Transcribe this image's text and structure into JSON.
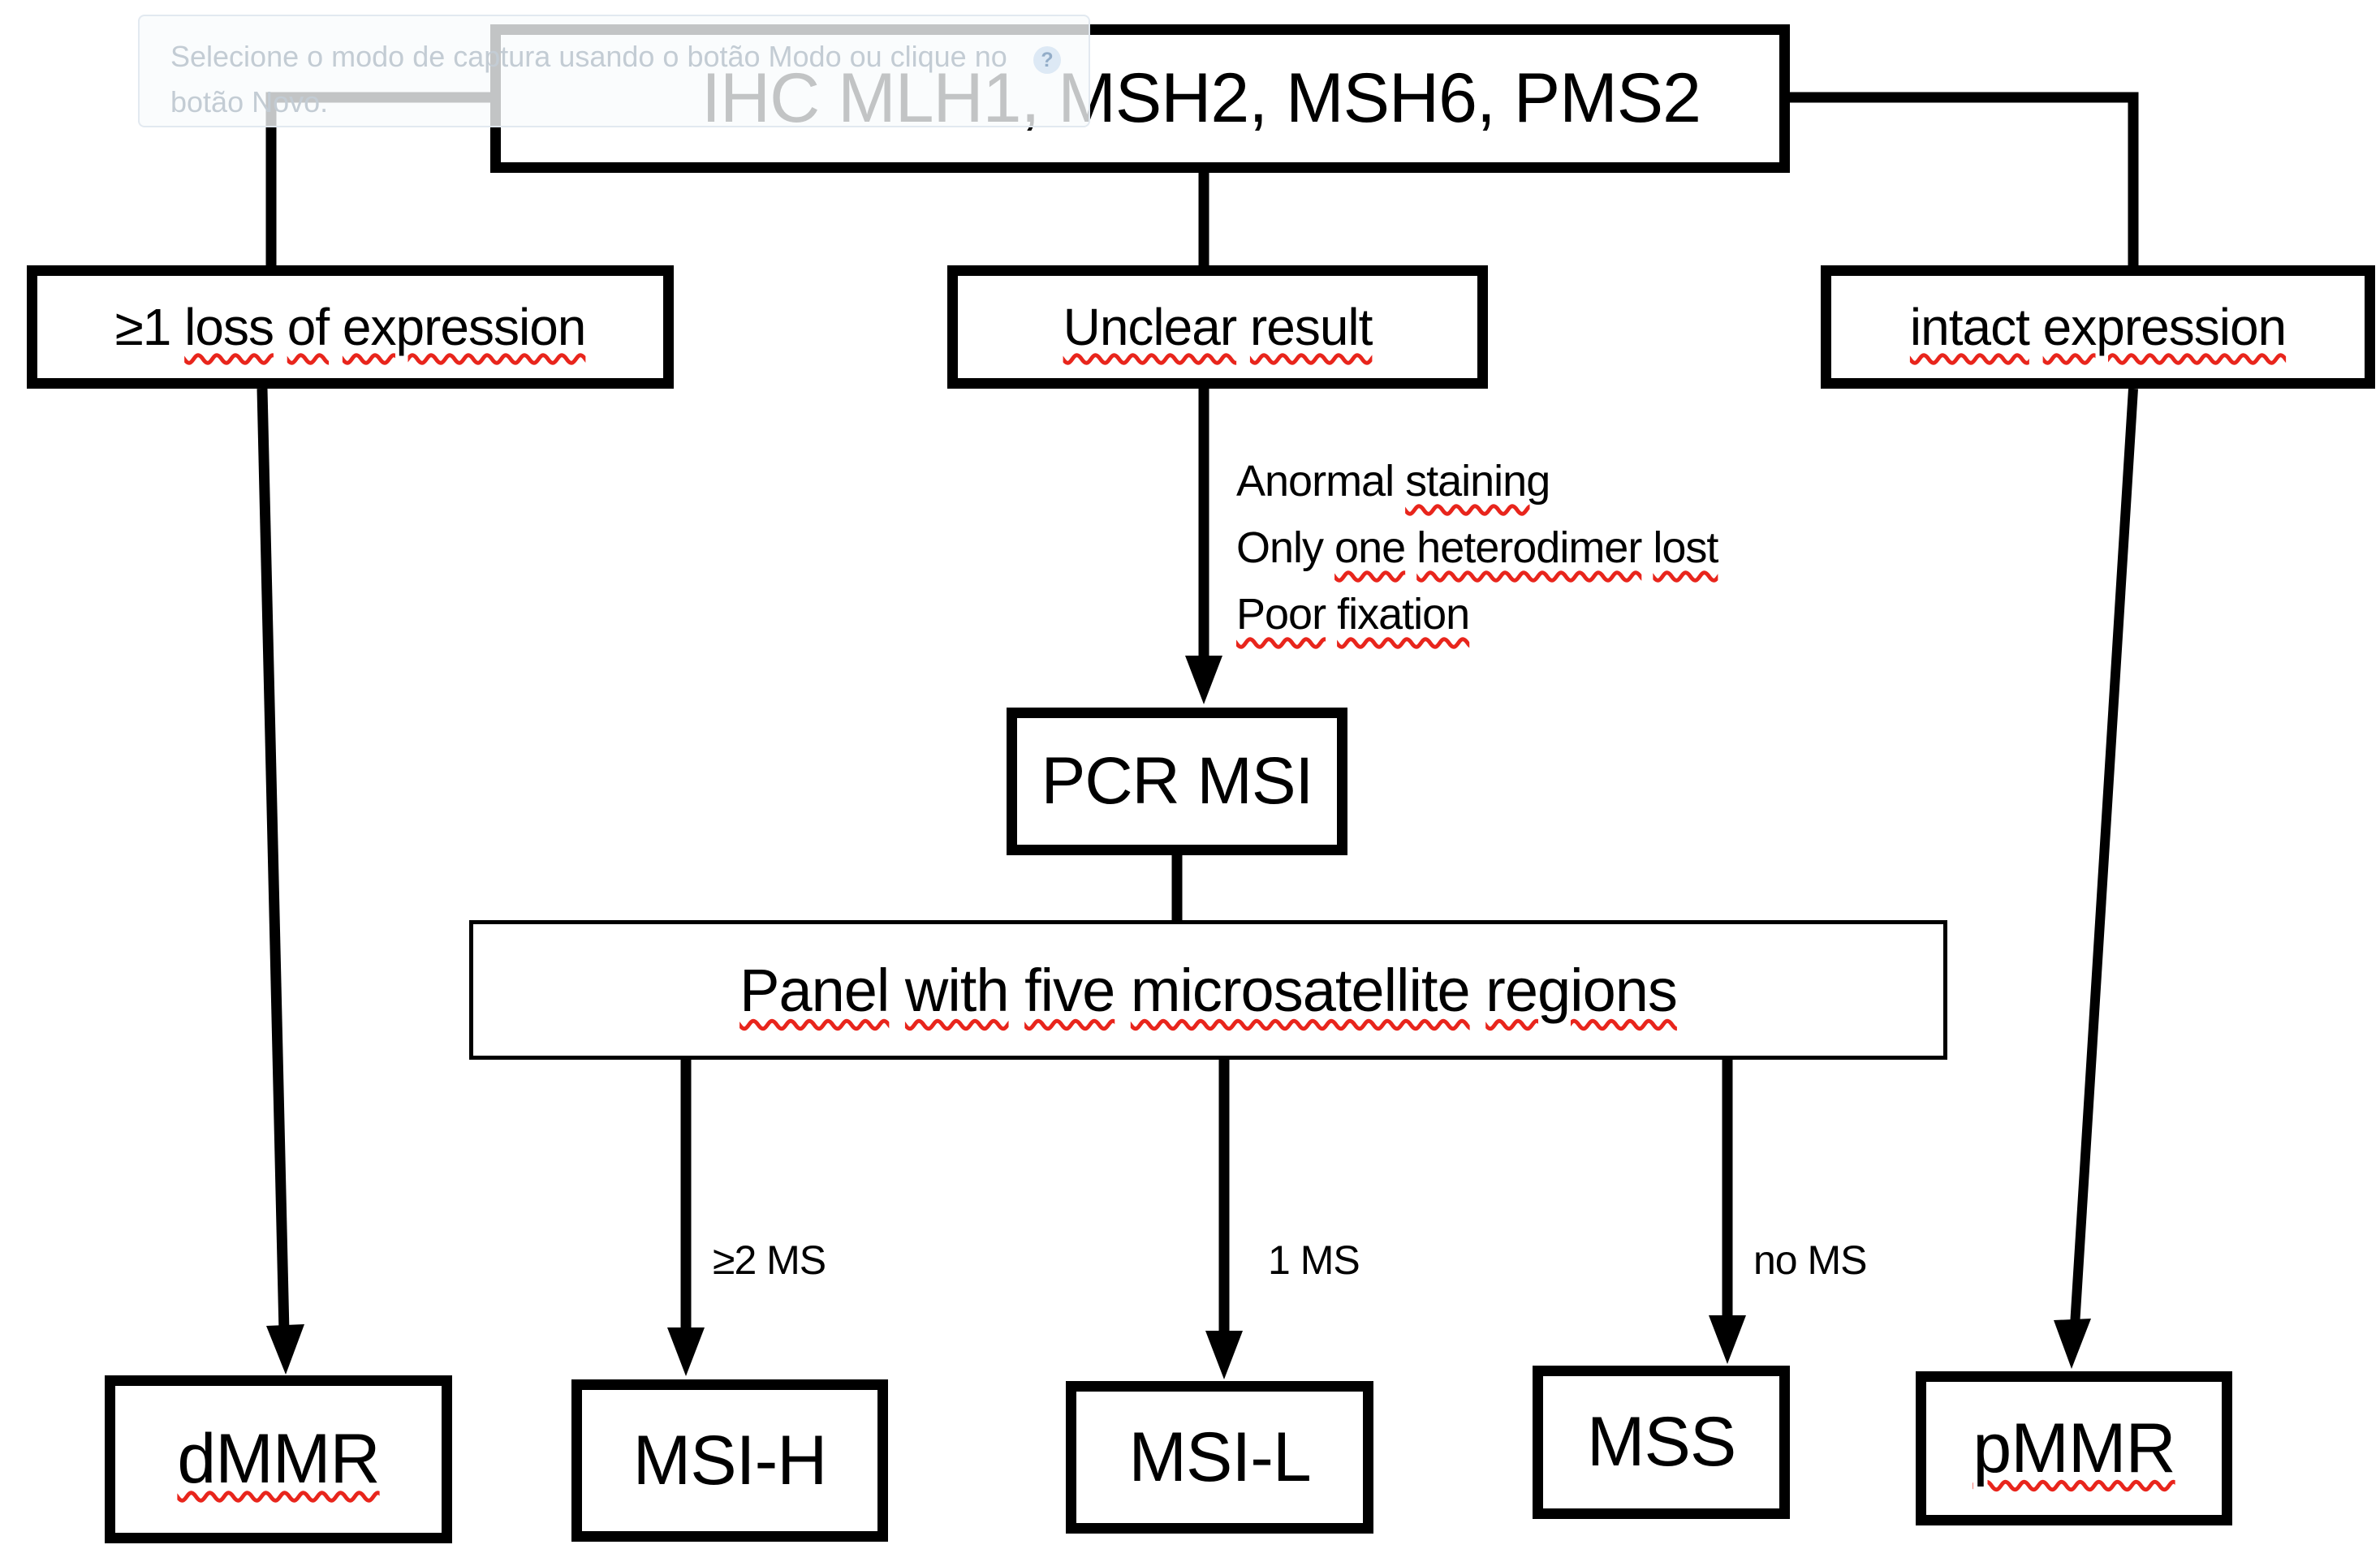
{
  "tooltip": {
    "text_line1": "Selecione o modo de captura usando o botão Modo ou clique no",
    "text_line2": "botão Novo.",
    "help_icon": "?"
  },
  "flowchart": {
    "nodes": {
      "ihc": {
        "label": "IHC MLH1, MSH2, MSH6, PMS2",
        "segments": [
          {
            "t": "IHC MLH1, MSH2, MSH6, PMS2",
            "m": false
          }
        ]
      },
      "loss": {
        "label": "≥1 loss of expression",
        "segments": [
          {
            "t": "≥1 ",
            "m": false
          },
          {
            "t": "loss",
            "m": true
          },
          {
            "t": " ",
            "m": false
          },
          {
            "t": "of",
            "m": true
          },
          {
            "t": " ",
            "m": false
          },
          {
            "t": "expression",
            "m": true
          }
        ]
      },
      "unclear": {
        "label": "Unclear result",
        "segments": [
          {
            "t": "Unclear",
            "m": true
          },
          {
            "t": " ",
            "m": false
          },
          {
            "t": "result",
            "m": true
          }
        ]
      },
      "intact": {
        "label": "intact expression",
        "segments": [
          {
            "t": "intact",
            "m": true
          },
          {
            "t": " ",
            "m": false
          },
          {
            "t": "expression",
            "m": true
          }
        ]
      },
      "pcr": {
        "label": "PCR MSI",
        "segments": [
          {
            "t": "PCR MSI",
            "m": false
          }
        ]
      },
      "panel": {
        "label": "Panel with five microsatellite regions",
        "segments": [
          {
            "t": "Panel",
            "m": true
          },
          {
            "t": " ",
            "m": false
          },
          {
            "t": "with",
            "m": true
          },
          {
            "t": " ",
            "m": false
          },
          {
            "t": "five",
            "m": true
          },
          {
            "t": " ",
            "m": false
          },
          {
            "t": "microsatellite",
            "m": true
          },
          {
            "t": " ",
            "m": false
          },
          {
            "t": "regions",
            "m": true
          }
        ]
      },
      "dmmr": {
        "label": "dMMR",
        "segments": [
          {
            "t": "dMMR",
            "m": true
          }
        ]
      },
      "msih": {
        "label": "MSI-H",
        "segments": [
          {
            "t": "MSI-H",
            "m": false
          }
        ]
      },
      "msil": {
        "label": "MSI-L",
        "segments": [
          {
            "t": "MSI-L",
            "m": false
          }
        ]
      },
      "mss": {
        "label": "MSS",
        "segments": [
          {
            "t": "MSS",
            "m": false
          }
        ]
      },
      "pmmr": {
        "label": "pMMR",
        "segments": [
          {
            "t": "pMMR",
            "m": true
          }
        ]
      }
    },
    "notes": {
      "label": "Anormal staining / Only one heterodimer lost / Poor fixation",
      "line1": {
        "segments": [
          {
            "t": "Anormal ",
            "m": false
          },
          {
            "t": "staining",
            "m": true
          }
        ]
      },
      "line2": {
        "segments": [
          {
            "t": "Only ",
            "m": false
          },
          {
            "t": "one",
            "m": true
          },
          {
            "t": " ",
            "m": false
          },
          {
            "t": "heterodimer",
            "m": true
          },
          {
            "t": " ",
            "m": false
          },
          {
            "t": "lost",
            "m": true
          }
        ]
      },
      "line3": {
        "segments": [
          {
            "t": "Poor",
            "m": true
          },
          {
            "t": " ",
            "m": false
          },
          {
            "t": "fixation",
            "m": true
          }
        ]
      }
    },
    "edge_labels": {
      "ge2_ms": "≥2 MS",
      "one_ms": "1 MS",
      "no_ms": "no MS"
    }
  },
  "colors": {
    "line": "#000000",
    "box_border": "#000000",
    "box_fill": "#ffffff",
    "squiggle_red": "#e8251c",
    "tooltip_bg": "#f8fbfd",
    "tooltip_text": "#c3ccd4",
    "help_icon_bg": "#dde9f5",
    "help_icon_fg": "#93adc8"
  }
}
